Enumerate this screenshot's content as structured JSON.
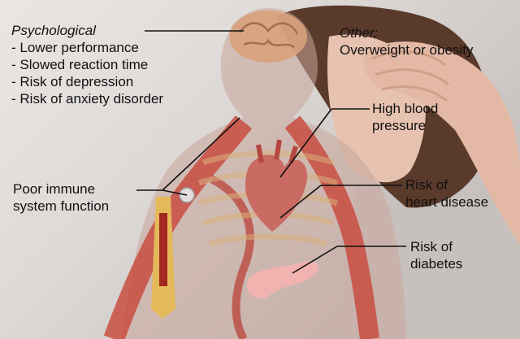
{
  "psychological": {
    "title": "Psychological",
    "items": [
      "- Lower performance",
      "- Slowed reaction time",
      "- Risk of depression",
      "- Risk of anxiety disorder"
    ]
  },
  "other": {
    "title": "Other:",
    "text": "Overweight or obesity"
  },
  "high_blood_pressure": {
    "line1": "High blood",
    "line2": "pressure"
  },
  "immune": {
    "line1": "Poor immune",
    "line2": "system function"
  },
  "heart_disease": {
    "line1": "Risk of",
    "line2": "heart disease"
  },
  "diabetes": {
    "line1": "Risk of",
    "line2": "diabetes"
  },
  "colors": {
    "overlay_body": "#c9a59a",
    "vessels": "#c8463a",
    "heart": "#c96b62",
    "brain": "#d8a27c",
    "pancreas": "#f0b3b0",
    "bone": "#e4b95a",
    "skin": "#e7c2b0",
    "hair": "#5a3a2a"
  }
}
